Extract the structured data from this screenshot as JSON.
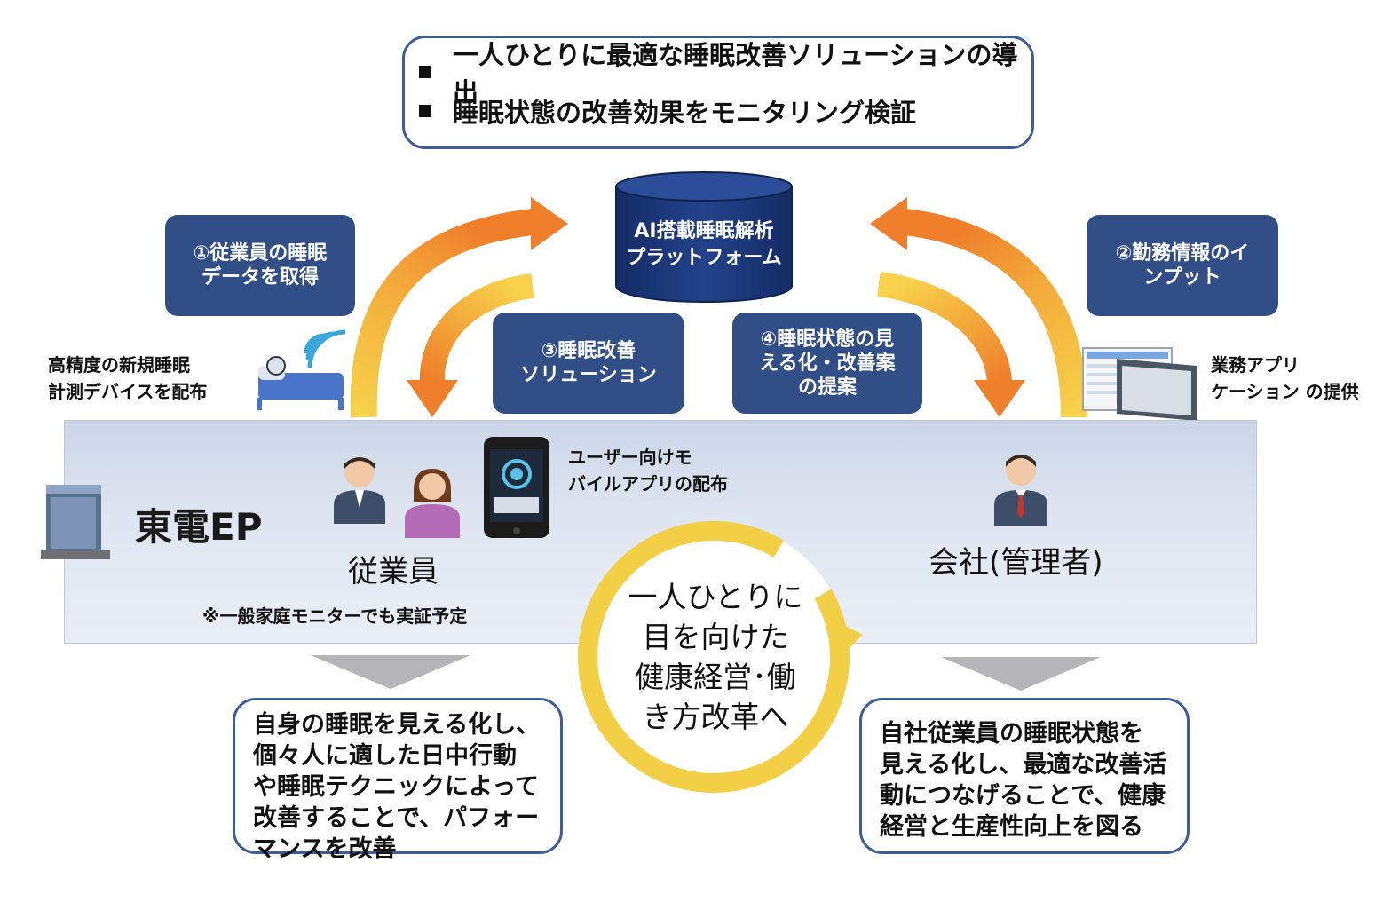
{
  "top_box": {
    "items": [
      "一人ひとりに最適な睡眠改善ソリューションの導出",
      "睡眠状態の改善効果をモニタリング検証"
    ]
  },
  "platform": {
    "label": "AI搭載睡眠解析\nプラットフォーム"
  },
  "steps": {
    "step1": "①従業員の睡眠\nデータを取得",
    "step2": "②勤務情報のイ\nンプット",
    "step3": "③睡眠改善\nソリューション",
    "step4": "④睡眠状態の見\nえる化・改善案\nの提案"
  },
  "labels": {
    "device": "高精度の新規睡眠\n計測デバイスを配布",
    "business_app": "業務アプリ\nケーション の提供",
    "mobile_app": "ユーザー向けモ\nバイルアプリの配布",
    "company_name": "東電EP",
    "employee": "従業員",
    "note": "※一般家庭モニターでも実証予定",
    "company_admin": "会社(管理者)"
  },
  "center_circle": {
    "text": "一人ひとりに\n目を向けた\n健康経営･働\nき方改革へ"
  },
  "outcomes": {
    "left": "自身の睡眠を見える化し、\n個々人に適した日中行動\nや睡眠テクニックによって\n改善することで、パフォー\nマンスを改善",
    "right": "自社従業員の睡眠状態を\n見える化し、最適な改善活\n動につなげることで、健康\n経営と生産性向上を図る"
  },
  "colors": {
    "navy": "#314f86",
    "border_blue": "#3c5d99",
    "arrow_yellow": "#f3c23a",
    "arrow_orange": "#ee7d2a",
    "circle_yellow": "#f2cf45"
  }
}
